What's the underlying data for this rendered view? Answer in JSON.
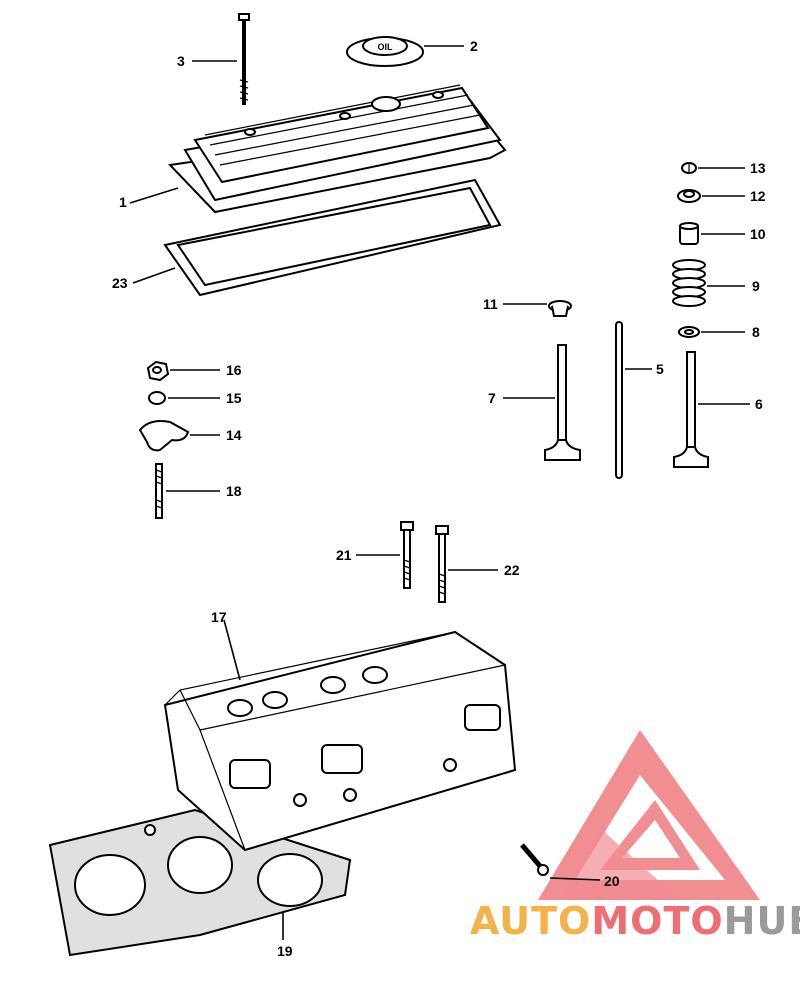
{
  "callouts": {
    "c1": "1",
    "c2": "2",
    "c3": "3",
    "c5": "5",
    "c6": "6",
    "c7": "7",
    "c8": "8",
    "c9": "9",
    "c10": "10",
    "c11": "11",
    "c12": "12",
    "c13": "13",
    "c14": "14",
    "c15": "15",
    "c16": "16",
    "c17": "17",
    "c18": "18",
    "c19": "19",
    "c20": "20",
    "c21": "21",
    "c22": "22",
    "c23": "23"
  },
  "oil_cap_label": "OIL",
  "watermark": {
    "part1": "AUTO",
    "part2": "MOTO",
    "part3": "HUB",
    "color1": "#f6b24a",
    "color2": "#ee6e73",
    "color3": "#9a9a9a",
    "logo_color": "#ef7b80"
  }
}
